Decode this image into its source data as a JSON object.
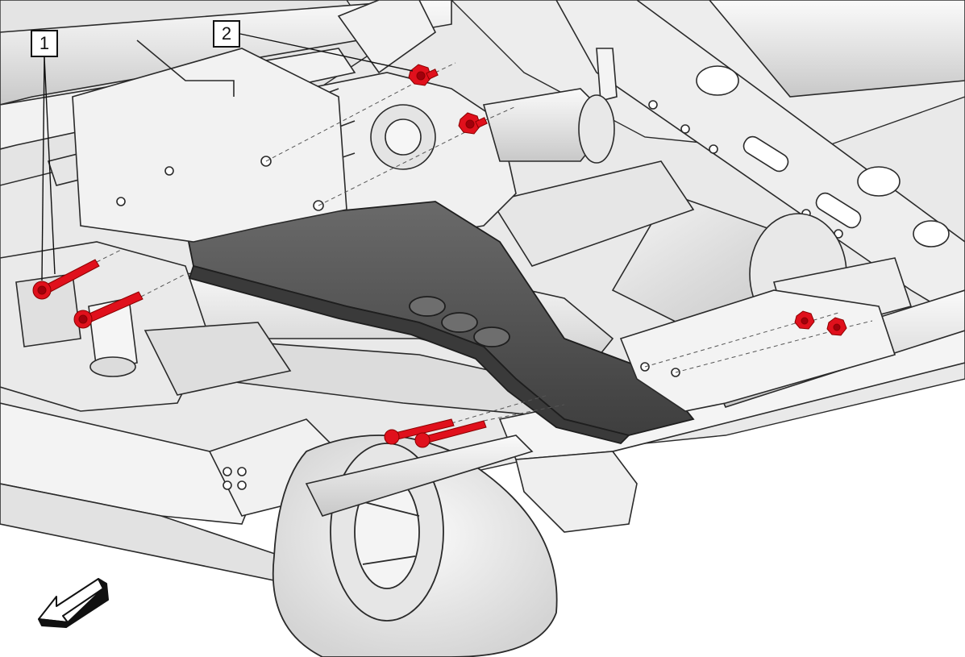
{
  "diagram": {
    "callouts": [
      {
        "label": "1",
        "part": "bolt"
      },
      {
        "label": "2",
        "part": "nut"
      }
    ],
    "crossmember_stamp": "",
    "colors": {
      "fastener": "#e0101c",
      "fastener_dark": "#a0000c",
      "line": "#2a2a2a",
      "body_fill": "#efefef",
      "body_shade": "#d6d6d6",
      "crossmember": "#555555",
      "crossmember_dark": "#3c3c3c",
      "background": "#ffffff"
    },
    "direction_arrow": "front-direction-arrow"
  }
}
